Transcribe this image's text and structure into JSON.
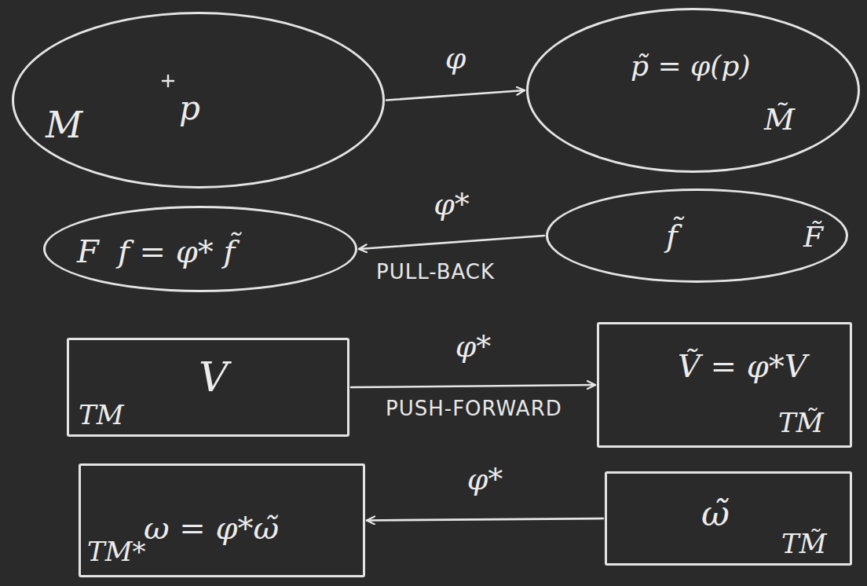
{
  "diagram": {
    "nodes": [
      {
        "text": [
          "M",
          "p"
        ]
      },
      {
        "text": [
          "p̃ = φ(p)",
          "M̃"
        ]
      },
      {
        "text": [
          "F",
          "f = φ* f̃"
        ]
      },
      {
        "text": [
          "f̃",
          "F̃"
        ]
      },
      {
        "text": [
          "TM",
          "V"
        ]
      },
      {
        "text": [
          "Ṽ = φ*V",
          "TM̃"
        ]
      },
      {
        "text": [
          "TM*",
          "ω = φ*ω̃"
        ]
      },
      {
        "text": [
          "ω̃",
          "TM̃"
        ]
      }
    ],
    "edges": [
      {
        "from": 0,
        "to": 1,
        "arrow": "to",
        "label": "φ"
      },
      {
        "from": 3,
        "to": 2,
        "arrow": "to",
        "label": "φ*"
      },
      {
        "from": 4,
        "to": 5,
        "arrow": "to",
        "label": "φ*"
      },
      {
        "from": 7,
        "to": 6,
        "arrow": "to",
        "label": "φ*"
      }
    ],
    "labels": [
      "PULL-BACK",
      "PUSH-FORWARD"
    ]
  }
}
